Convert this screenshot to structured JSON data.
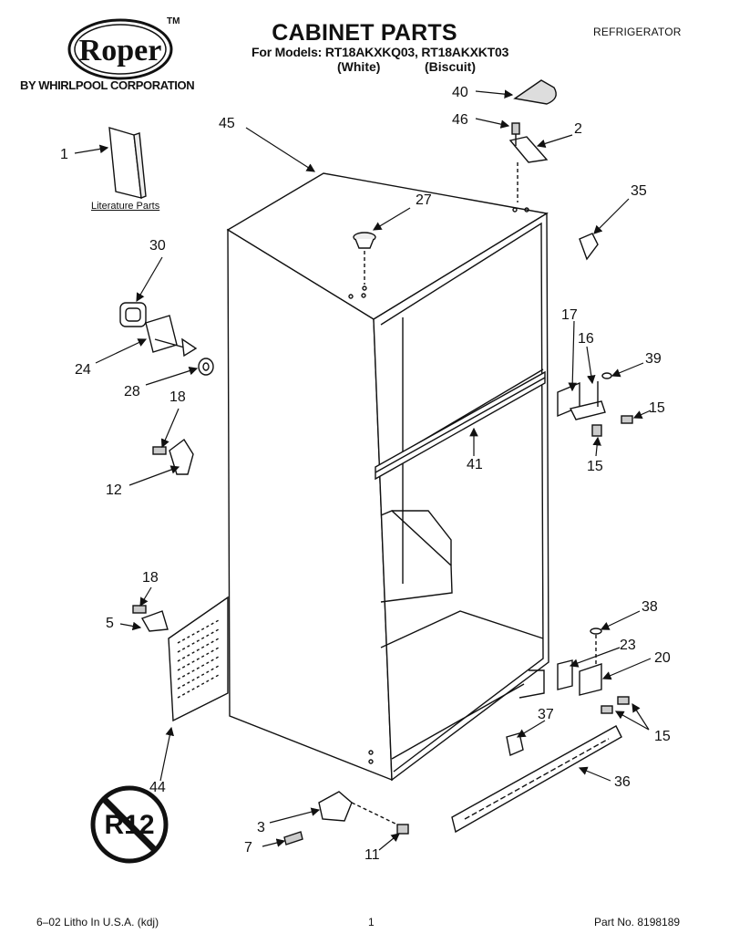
{
  "header": {
    "brand": "Roper",
    "trademark": "TM",
    "byline": "BY WHIRLPOOL CORPORATION",
    "title": "CABINET PARTS",
    "models": "For Models: RT18AKXKQ03, RT18AKXKT03",
    "color_white": "(White)",
    "color_biscuit": "(Biscuit)",
    "category": "REFRIGERATOR"
  },
  "labels": {
    "literature_parts": "Literature Parts"
  },
  "callouts": {
    "c1": "1",
    "c2": "2",
    "c3": "3",
    "c5": "5",
    "c7": "7",
    "c11": "11",
    "c12": "12",
    "c15a": "15",
    "c15b": "15",
    "c15c": "15",
    "c16": "16",
    "c17": "17",
    "c18a": "18",
    "c18b": "18",
    "c20": "20",
    "c23": "23",
    "c24": "24",
    "c27": "27",
    "c28": "28",
    "c30": "30",
    "c35": "35",
    "c36": "36",
    "c37": "37",
    "c38": "38",
    "c39": "39",
    "c40": "40",
    "c41": "41",
    "c44": "44",
    "c45": "45",
    "c46": "46"
  },
  "badge": {
    "text": "R12"
  },
  "footer": {
    "litho": "6–02 Litho In U.S.A. (kdj)",
    "page": "1",
    "part_no": "Part No. 8198189"
  }
}
